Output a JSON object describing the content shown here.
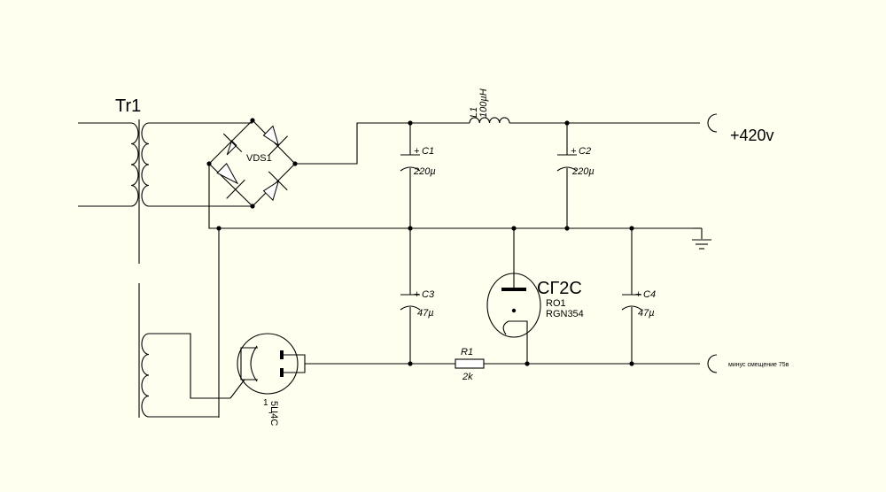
{
  "transformer": {
    "ref": "Tr1"
  },
  "bridge": {
    "ref": "VDS1"
  },
  "inductor": {
    "ref": "L1",
    "value": "100µH"
  },
  "capacitors": [
    {
      "ref": "C1",
      "value": "220µ",
      "pol": "+"
    },
    {
      "ref": "C2",
      "value": "220µ",
      "pol": "+"
    },
    {
      "ref": "C3",
      "value": "47µ",
      "pol": "+"
    },
    {
      "ref": "C4",
      "value": "47µ",
      "pol": "+"
    }
  ],
  "resistor": {
    "ref": "R1",
    "value": "2k"
  },
  "rectifier_tube": {
    "type": "5Ц4С",
    "pin": "1"
  },
  "regulator_tube": {
    "type": "СГ2С",
    "ref": "RO1",
    "part": "RGN354"
  },
  "outputs": {
    "positive": "+420v",
    "negative": "минус смещение 75в"
  }
}
